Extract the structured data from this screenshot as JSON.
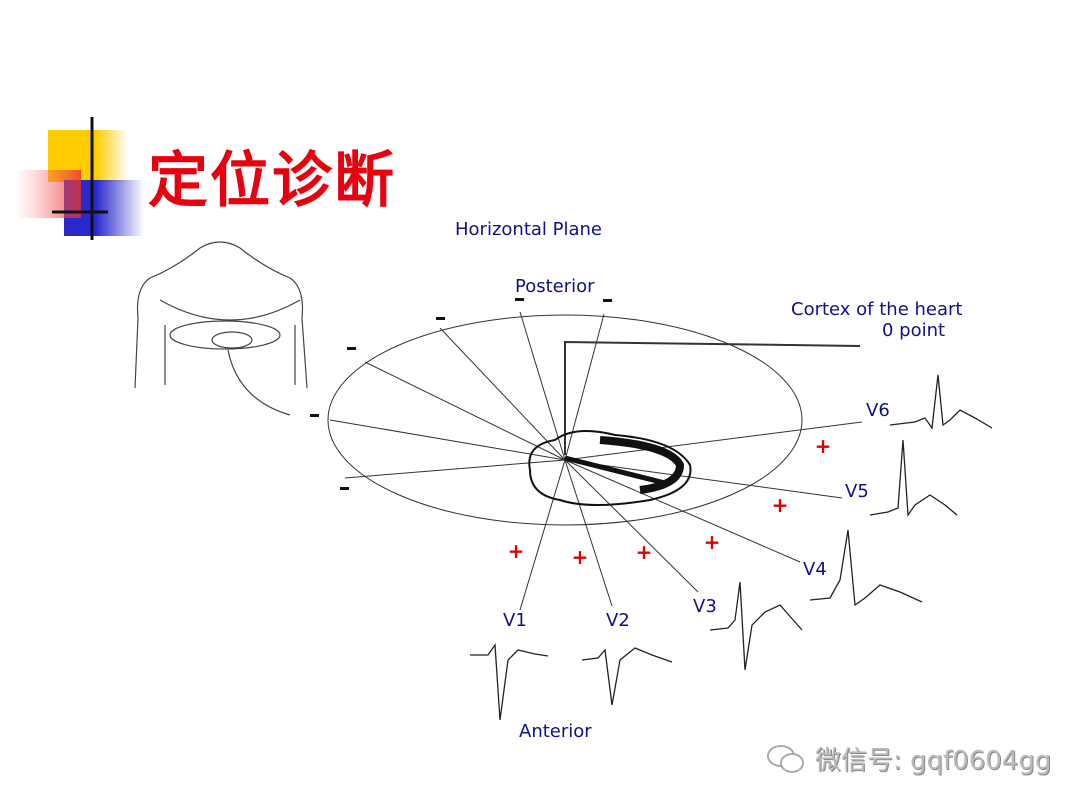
{
  "slide": {
    "title": "定位诊断",
    "diagram": {
      "heading": "Horizontal Plane",
      "posterior": "Posterior",
      "anterior": "Anterior",
      "zero_point_line1": "Cortex of the heart",
      "zero_point_line2": "0 point",
      "leads": [
        "V1",
        "V2",
        "V3",
        "V4",
        "V5",
        "V6"
      ],
      "negative_sign": "-",
      "positive_sign": "+",
      "negative_color": "#000000",
      "positive_color": "#e00000"
    },
    "watermark": "微信号: gqf0604gg"
  }
}
